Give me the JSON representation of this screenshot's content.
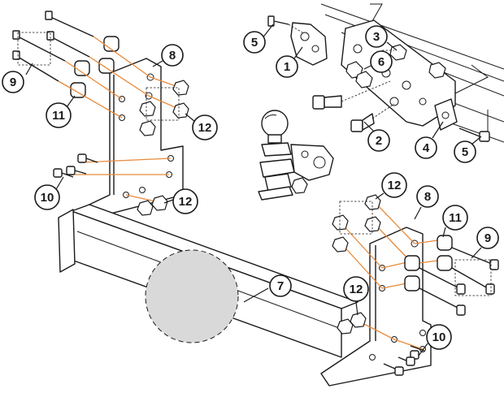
{
  "diagram": {
    "accent_color": "#e8893a",
    "cover_circle_color": "#d9d9d9",
    "line_color": "#1a1a1a",
    "callouts": [
      {
        "id": "c1",
        "label": "1"
      },
      {
        "id": "c2",
        "label": "2"
      },
      {
        "id": "c3",
        "label": "3"
      },
      {
        "id": "c4",
        "label": "4"
      },
      {
        "id": "c5a",
        "label": "5"
      },
      {
        "id": "c5b",
        "label": "5"
      },
      {
        "id": "c6",
        "label": "6"
      },
      {
        "id": "c7",
        "label": "7"
      },
      {
        "id": "c8a",
        "label": "8"
      },
      {
        "id": "c8b",
        "label": "8"
      },
      {
        "id": "c9a",
        "label": "9"
      },
      {
        "id": "c9b",
        "label": "9"
      },
      {
        "id": "c10a",
        "label": "10"
      },
      {
        "id": "c10b",
        "label": "10"
      },
      {
        "id": "c11a",
        "label": "11"
      },
      {
        "id": "c11b",
        "label": "11"
      },
      {
        "id": "c12a",
        "label": "12"
      },
      {
        "id": "c12b",
        "label": "12"
      },
      {
        "id": "c12c",
        "label": "12"
      },
      {
        "id": "c12d",
        "label": "12"
      }
    ]
  }
}
